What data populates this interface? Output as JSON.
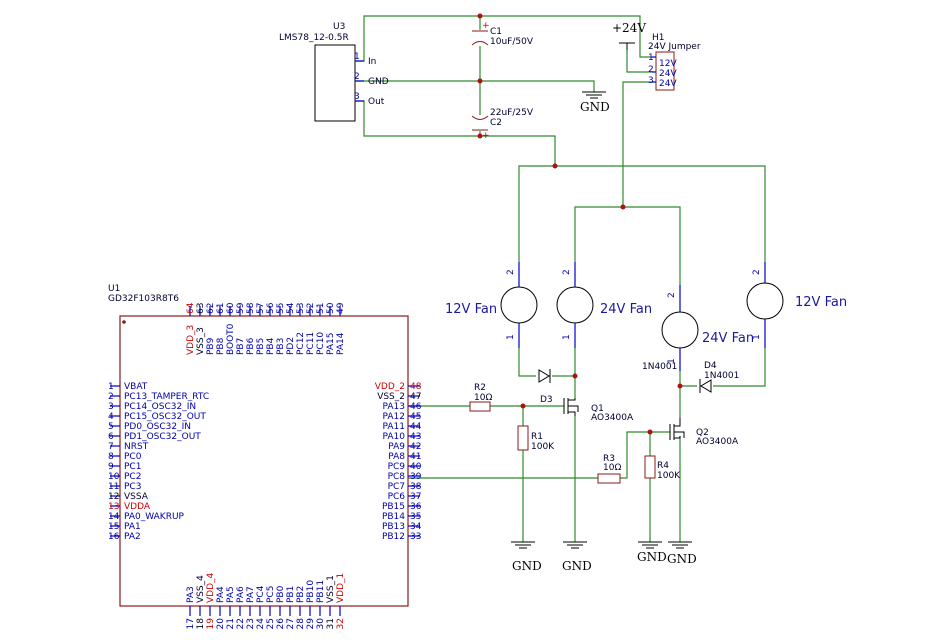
{
  "u3": {
    "ref": "U3",
    "value": "LMS78_12-0.5R",
    "pins": [
      {
        "num": "1",
        "name": "In"
      },
      {
        "num": "2",
        "name": "GND"
      },
      {
        "num": "3",
        "name": "Out"
      }
    ]
  },
  "c1": {
    "ref": "C1",
    "value": "10uF/50V"
  },
  "c2": {
    "ref": "C2",
    "value": "22uF/25V"
  },
  "h1": {
    "ref": "H1",
    "value": "24V Jumper",
    "pins": [
      {
        "num": "1",
        "name": "12V"
      },
      {
        "num": "2",
        "name": "24V"
      },
      {
        "num": "3",
        "name": "24V"
      }
    ]
  },
  "power": {
    "v24": "+24V",
    "gnd": "GND"
  },
  "fans": [
    {
      "label": "12V Fan",
      "pin_top": "2",
      "pin_bot": "1"
    },
    {
      "label": "24V Fan",
      "pin_top": "2",
      "pin_bot": "1"
    },
    {
      "label": "24V Fan",
      "pin_top": "2",
      "pin_bot": "1"
    },
    {
      "label": "12V Fan",
      "pin_top": "2",
      "pin_bot": "1"
    }
  ],
  "parts": {
    "d3": "D3",
    "d4": "D4",
    "d4_val": "1N4001",
    "d3_val": "1N4001",
    "q1": "Q1",
    "q1_val": "AO3400A",
    "q2": "Q2",
    "q2_val": "AO3400A",
    "r1": "R1",
    "r1_val": "100K",
    "r2": "R2",
    "r2_val": "10Ω",
    "r3": "R3",
    "r3_val": "10Ω",
    "r4": "R4",
    "r4_val": "100K"
  },
  "u1": {
    "ref": "U1",
    "value": "GD32F103R8T6",
    "left_pins": [
      {
        "num": "1",
        "name": "VBAT"
      },
      {
        "num": "2",
        "name": "PC13_TAMPER_RTC"
      },
      {
        "num": "3",
        "name": "PC14_OSC32_IN"
      },
      {
        "num": "4",
        "name": "PC15_OSC32_OUT"
      },
      {
        "num": "5",
        "name": "PD0_OSC32_IN"
      },
      {
        "num": "6",
        "name": "PD1_OSC32_OUT"
      },
      {
        "num": "7",
        "name": "NRST"
      },
      {
        "num": "8",
        "name": "PC0"
      },
      {
        "num": "9",
        "name": "PC1"
      },
      {
        "num": "10",
        "name": "PC2"
      },
      {
        "num": "11",
        "name": "PC3"
      },
      {
        "num": "12",
        "name": "VSSA"
      },
      {
        "num": "13",
        "name": "VDDA"
      },
      {
        "num": "14",
        "name": "PA0_WAKRUP"
      },
      {
        "num": "15",
        "name": "PA1"
      },
      {
        "num": "16",
        "name": "PA2"
      }
    ],
    "right_pins": [
      {
        "num": "48",
        "name": "VDD_2"
      },
      {
        "num": "47",
        "name": "VSS_2"
      },
      {
        "num": "46",
        "name": "PA13"
      },
      {
        "num": "45",
        "name": "PA12"
      },
      {
        "num": "44",
        "name": "PA11"
      },
      {
        "num": "43",
        "name": "PA10"
      },
      {
        "num": "42",
        "name": "PA9"
      },
      {
        "num": "41",
        "name": "PA8"
      },
      {
        "num": "40",
        "name": "PC9"
      },
      {
        "num": "39",
        "name": "PC8"
      },
      {
        "num": "38",
        "name": "PC7"
      },
      {
        "num": "37",
        "name": "PC6"
      },
      {
        "num": "36",
        "name": "PB15"
      },
      {
        "num": "35",
        "name": "PB14"
      },
      {
        "num": "34",
        "name": "PB13"
      },
      {
        "num": "33",
        "name": "PB12"
      }
    ],
    "top_pins": [
      {
        "num": "64",
        "name": "VDD_3"
      },
      {
        "num": "63",
        "name": "VSS_3"
      },
      {
        "num": "62",
        "name": "PB9"
      },
      {
        "num": "61",
        "name": "PB8"
      },
      {
        "num": "60",
        "name": "BOOT0"
      },
      {
        "num": "59",
        "name": "PB7"
      },
      {
        "num": "58",
        "name": "PB6"
      },
      {
        "num": "57",
        "name": "PB5"
      },
      {
        "num": "56",
        "name": "PB4"
      },
      {
        "num": "55",
        "name": "PB3"
      },
      {
        "num": "54",
        "name": "PD2"
      },
      {
        "num": "53",
        "name": "PC12"
      },
      {
        "num": "52",
        "name": "PC11"
      },
      {
        "num": "51",
        "name": "PC10"
      },
      {
        "num": "50",
        "name": "PA15"
      },
      {
        "num": "49",
        "name": "PA14"
      }
    ],
    "bottom_pins": [
      {
        "num": "17",
        "name": "PA3"
      },
      {
        "num": "18",
        "name": "VSS_4"
      },
      {
        "num": "19",
        "name": "VDD_4"
      },
      {
        "num": "20",
        "name": "PA4"
      },
      {
        "num": "21",
        "name": "PA5"
      },
      {
        "num": "22",
        "name": "PA6"
      },
      {
        "num": "23",
        "name": "PA7"
      },
      {
        "num": "24",
        "name": "PC4"
      },
      {
        "num": "25",
        "name": "PC5"
      },
      {
        "num": "26",
        "name": "PB0"
      },
      {
        "num": "27",
        "name": "PB1"
      },
      {
        "num": "28",
        "name": "PB2"
      },
      {
        "num": "29",
        "name": "PB10"
      },
      {
        "num": "30",
        "name": "PB11"
      },
      {
        "num": "31",
        "name": "VSS_1"
      },
      {
        "num": "32",
        "name": "VDD_1"
      }
    ]
  }
}
